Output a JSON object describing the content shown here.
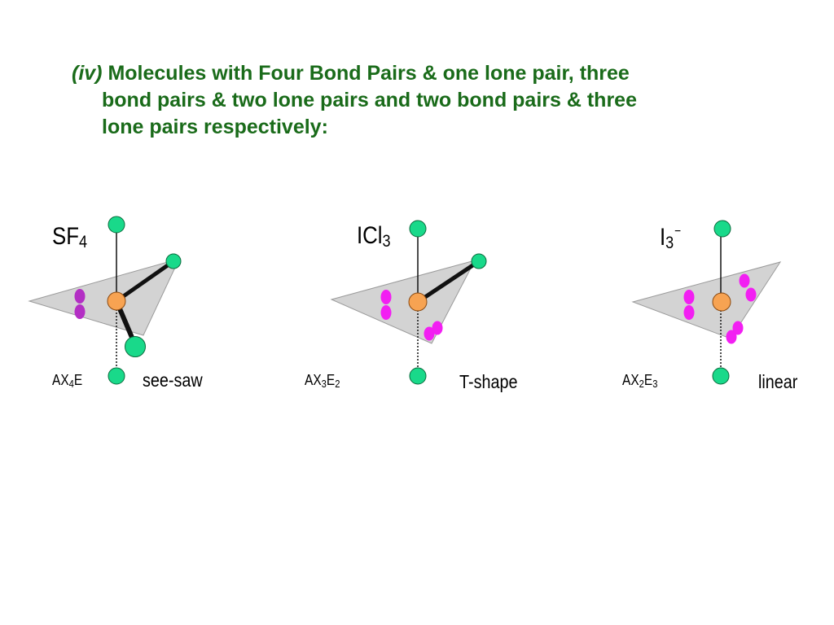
{
  "heading": {
    "lead": "(iv)",
    "line1": "Molecules with Four Bond Pairs & one lone pair, three",
    "line2": "bond pairs & two lone pairs and two bond pairs & three",
    "line3": "lone pairs respectively:"
  },
  "colors": {
    "heading": "#1a6b1a",
    "plane_fill": "#d3d3d3",
    "ligand": "#19d98a",
    "central_atom": "#f7a352",
    "lone_pair_seesaw": "#b32fc4",
    "lone_pair": "#f21ff2"
  },
  "molecules": [
    {
      "formula_main": "SF",
      "formula_sub": "4",
      "formula_sup": "",
      "vsepr_prefix": "AX",
      "vsepr_x": "4",
      "vsepr_e": "E",
      "vsepr_e_sub": "",
      "shape": "see-saw",
      "bond_pairs": 4,
      "lone_pairs": 1
    },
    {
      "formula_main": "ICl",
      "formula_sub": "3",
      "formula_sup": "",
      "vsepr_prefix": "AX",
      "vsepr_x": "3",
      "vsepr_e": "E",
      "vsepr_e_sub": "2",
      "shape": "T-shape",
      "bond_pairs": 3,
      "lone_pairs": 2
    },
    {
      "formula_main": "I",
      "formula_sub": "3",
      "formula_sup": "−",
      "vsepr_prefix": "AX",
      "vsepr_x": "2",
      "vsepr_e": "E",
      "vsepr_e_sub": "3",
      "shape": "linear",
      "bond_pairs": 2,
      "lone_pairs": 3
    }
  ]
}
